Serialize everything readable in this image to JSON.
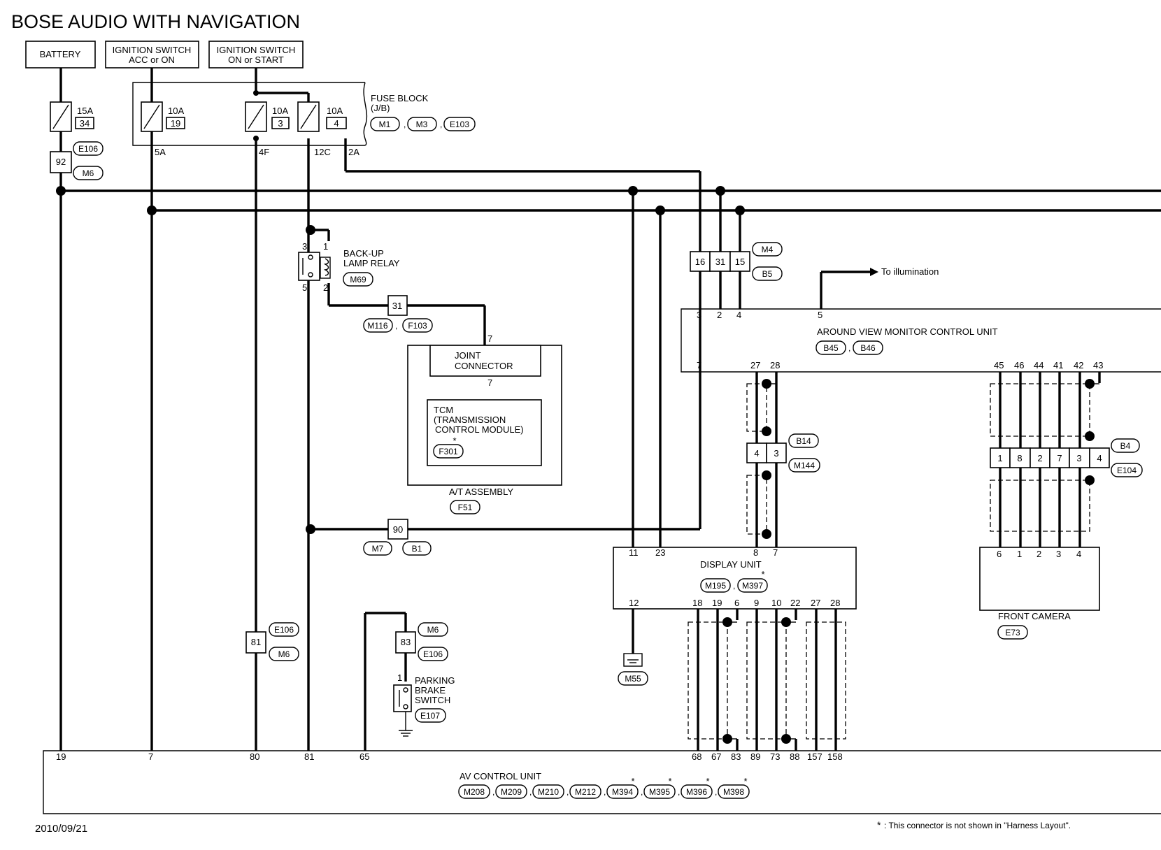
{
  "title": "BOSE AUDIO WITH NAVIGATION",
  "date": "2010/09/21",
  "footnote": ": This connector is not shown in \"Harness Layout\".",
  "sources": {
    "battery": "BATTERY",
    "ign_acc_1": "IGNITION SWITCH",
    "ign_acc_2": "ACC or ON",
    "ign_on_1": "IGNITION SWITCH",
    "ign_on_2": "ON or START"
  },
  "fuses": {
    "f15_amp": "15A",
    "f15_num": "34",
    "f19_amp": "10A",
    "f19_num": "19",
    "f3_amp": "10A",
    "f3_num": "3",
    "f4_amp": "10A",
    "f4_num": "4"
  },
  "fuse_block": {
    "label_1": "FUSE BLOCK",
    "label_2": "(J/B)",
    "conn": [
      "M1",
      "M3",
      "E103"
    ],
    "term": [
      "5A",
      "4F",
      "12C",
      "2A"
    ]
  },
  "connectors": {
    "c92": "92",
    "c92_conn": [
      "E106",
      "M6"
    ],
    "c31": "31",
    "c31_conn": [
      "M116",
      "F103"
    ],
    "c90": "90",
    "c90_conn": [
      "M7",
      "B1"
    ],
    "c81": "81",
    "c81_conn": [
      "E106",
      "M6"
    ],
    "c83": "83",
    "c83_conn": [
      "M6",
      "E106"
    ],
    "cM4": [
      "16",
      "31",
      "15"
    ],
    "cM4_conn": [
      "M4",
      "B5"
    ],
    "cB14": [
      "4",
      "3"
    ],
    "cB14_conn": [
      "B14",
      "M144"
    ],
    "cB4": [
      "1",
      "8",
      "2",
      "7",
      "3",
      "4"
    ],
    "cB4_conn": [
      "B4",
      "E104"
    ]
  },
  "relay": {
    "label_1": "BACK-UP",
    "label_2": "LAMP RELAY",
    "conn": "M69",
    "pins": [
      "3",
      "1",
      "5",
      "2"
    ]
  },
  "at_assembly": {
    "label": "A/T ASSEMBLY",
    "conn": "F51",
    "joint_1": "JOINT",
    "joint_2": "CONNECTOR",
    "pin_top": "7",
    "pin_mid": "7",
    "tcm_1": "TCM",
    "tcm_2": "(TRANSMISSION",
    "tcm_3": "CONTROL MODULE)",
    "tcm_conn": "F301",
    "star": "*"
  },
  "avm": {
    "label": "AROUND VIEW MONITOR CONTROL UNIT",
    "conn": [
      "B45",
      "B46"
    ],
    "top_pins": [
      "3",
      "2",
      "4",
      "5"
    ],
    "bottom_pins": [
      "7",
      "27",
      "28",
      "45",
      "46",
      "44",
      "41",
      "42",
      "43"
    ],
    "illum": "To illumination"
  },
  "display": {
    "label": "DISPLAY UNIT",
    "conn": [
      "M195",
      "M397"
    ],
    "top_pins": [
      "11",
      "23",
      "8",
      "7"
    ],
    "bottom_pins": [
      "12",
      "18",
      "19",
      "6",
      "9",
      "10",
      "22",
      "27",
      "28"
    ],
    "star": "*"
  },
  "ground_conn": "M55",
  "camera": {
    "label": "FRONT CAMERA",
    "conn": "E73",
    "pins": [
      "6",
      "1",
      "2",
      "3",
      "4"
    ]
  },
  "parking": {
    "label_1": "PARKING",
    "label_2": "BRAKE",
    "label_3": "SWITCH",
    "conn": "E107",
    "pin": "1"
  },
  "av_unit": {
    "label": "AV CONTROL UNIT",
    "conn": [
      "M208",
      "M209",
      "M210",
      "M212",
      "M394",
      "M395",
      "M396",
      "M398"
    ],
    "pins": [
      "19",
      "7",
      "80",
      "81",
      "65",
      "68",
      "67",
      "83",
      "89",
      "73",
      "88",
      "157",
      "158"
    ]
  }
}
